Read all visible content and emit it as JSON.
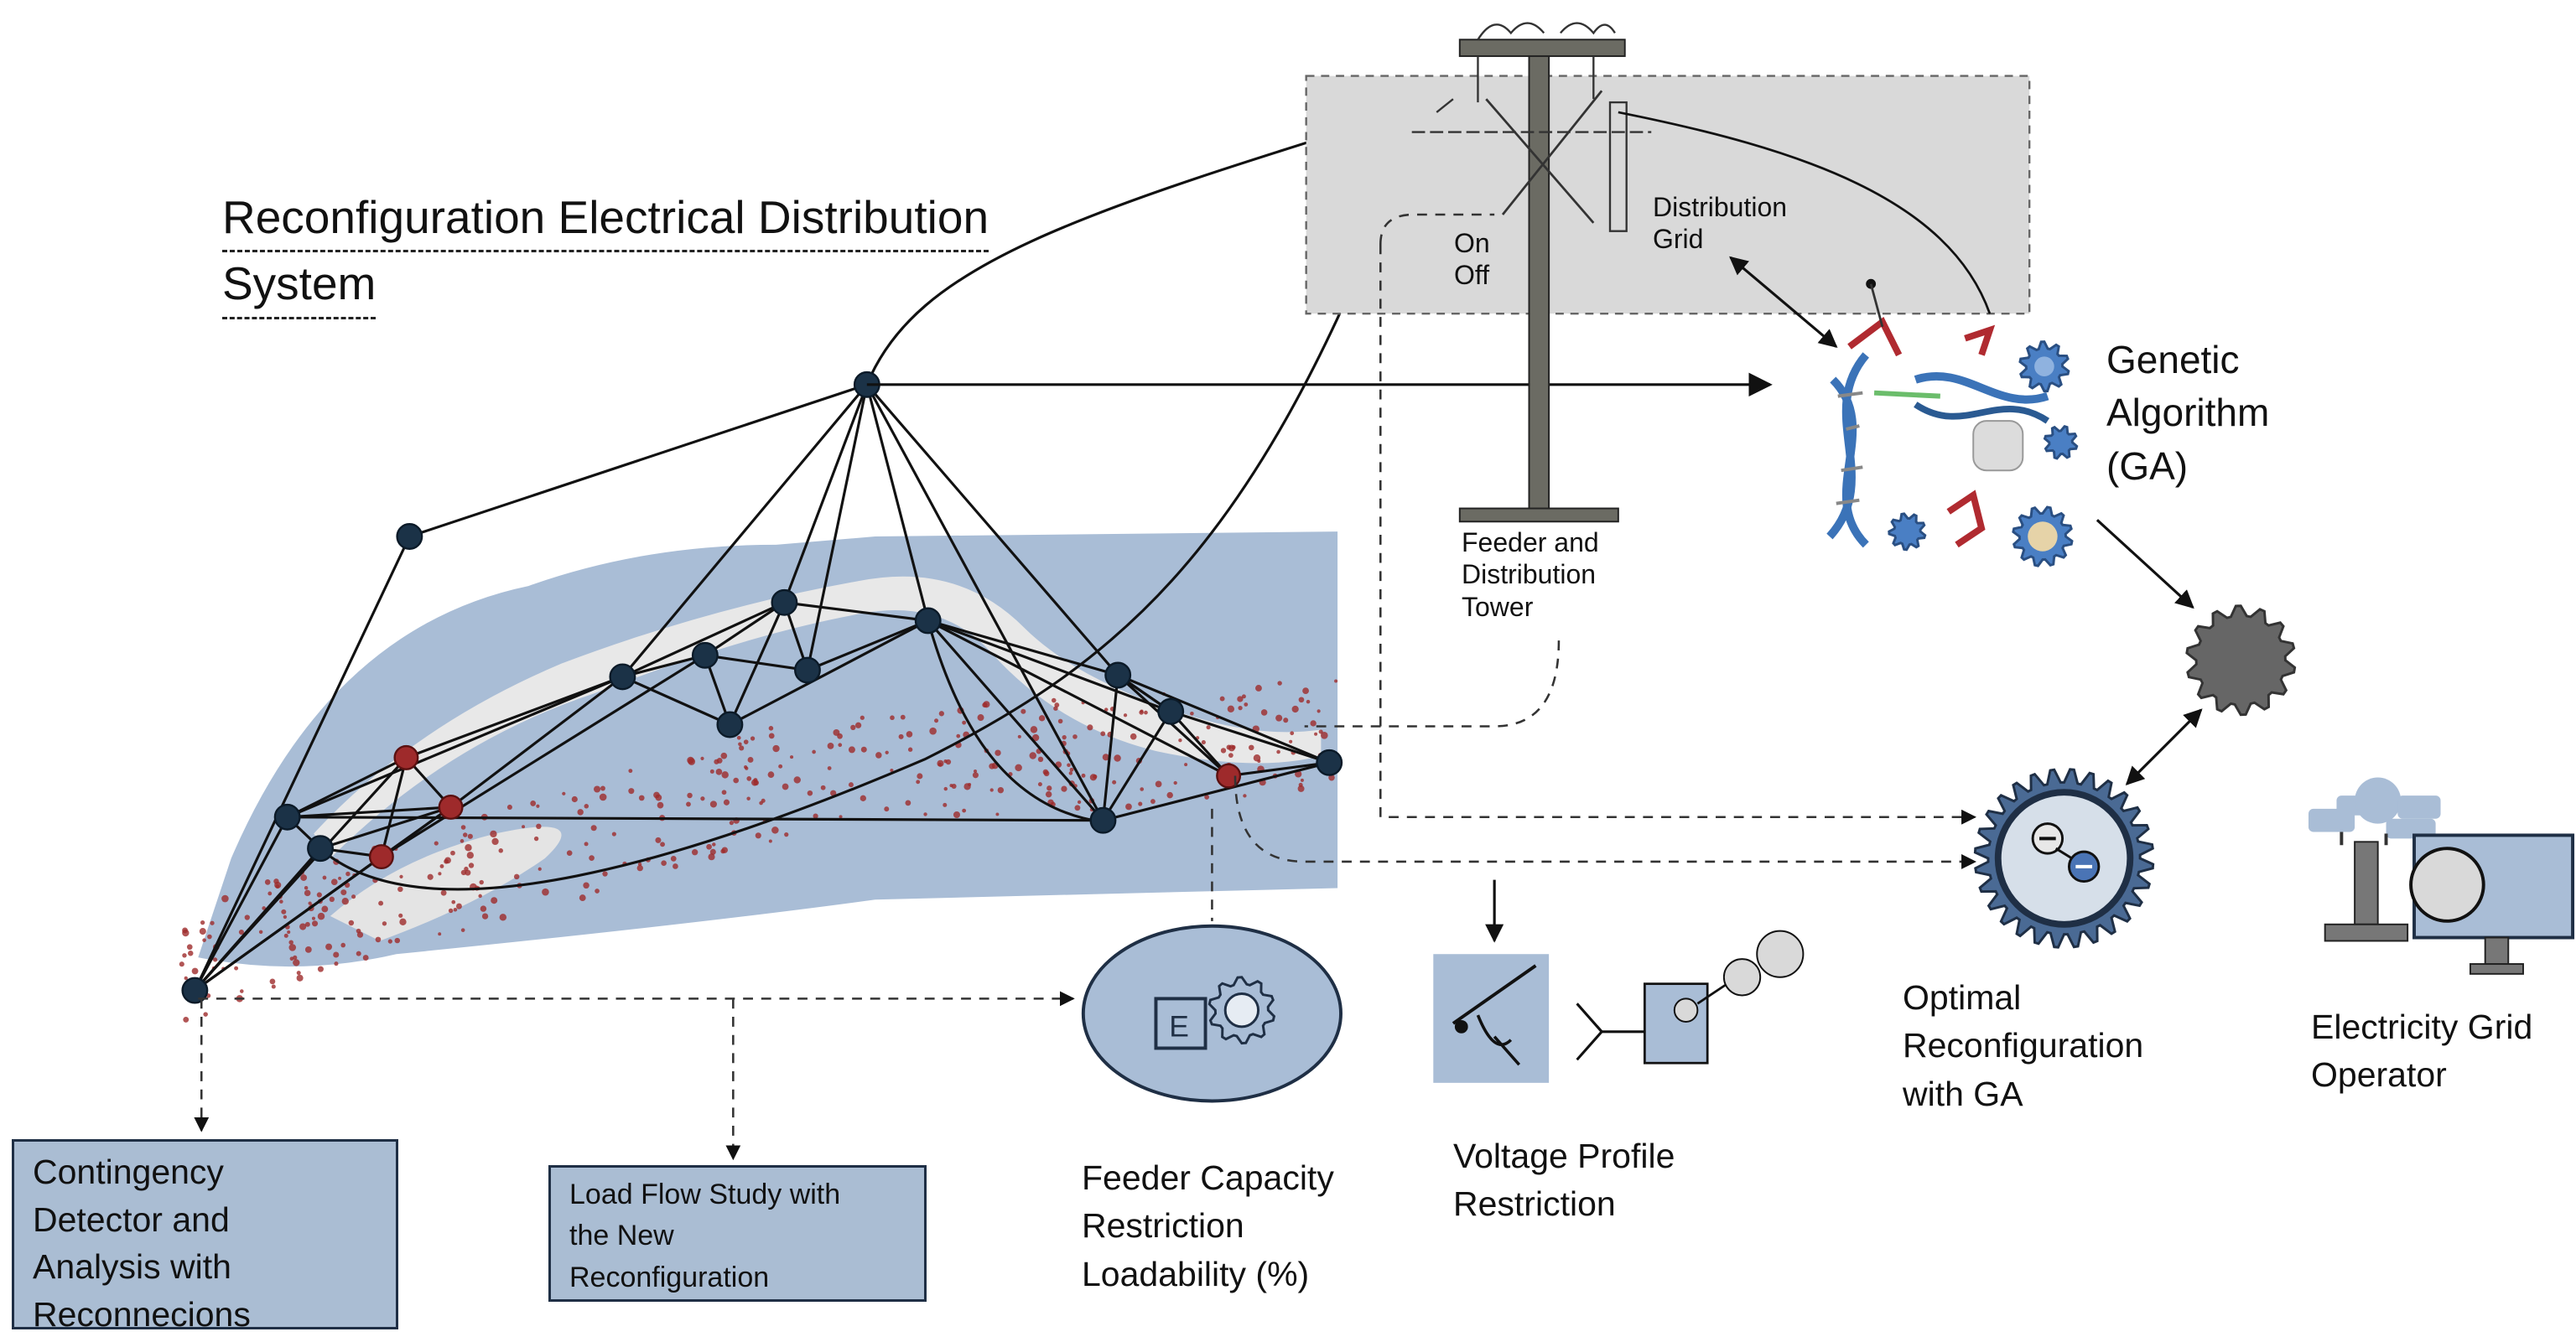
{
  "title": {
    "line1": "Reconfiguration Electrical Distribution",
    "line2": "System"
  },
  "tower": {
    "on_label": "On",
    "off_label": "Off",
    "grid_label": [
      "Distribution",
      "Grid"
    ],
    "tower_label": [
      "Feeder and",
      "Distribution",
      "Tower"
    ]
  },
  "ga": {
    "label": [
      "Genetic",
      "Algorithm",
      "(GA)"
    ]
  },
  "optimal": {
    "label": [
      "Optimal",
      "Reconfiguration",
      "with GA"
    ]
  },
  "operator": {
    "label": [
      "Electricity Grid",
      "Operator"
    ]
  },
  "voltage": {
    "label": [
      "Voltage Profile",
      "Restriction"
    ]
  },
  "feeder": {
    "label": [
      "Feeder Capacity",
      "Restriction",
      "Loadability (%)"
    ]
  },
  "contingency": {
    "label": [
      "Contingency",
      "Detector and",
      "Analysis with",
      "Reconnecions"
    ]
  },
  "loadflow": {
    "label": [
      "Load Flow Study with",
      "the New",
      "Reconfiguration"
    ]
  },
  "colors": {
    "region_blue": "#a9bdd6",
    "node_dark": "#1b3247",
    "node_red": "#9e2a2b",
    "grid_panel": "#d9d9d9",
    "box_fill": "#aabdd3",
    "gear_gray": "#666666"
  }
}
